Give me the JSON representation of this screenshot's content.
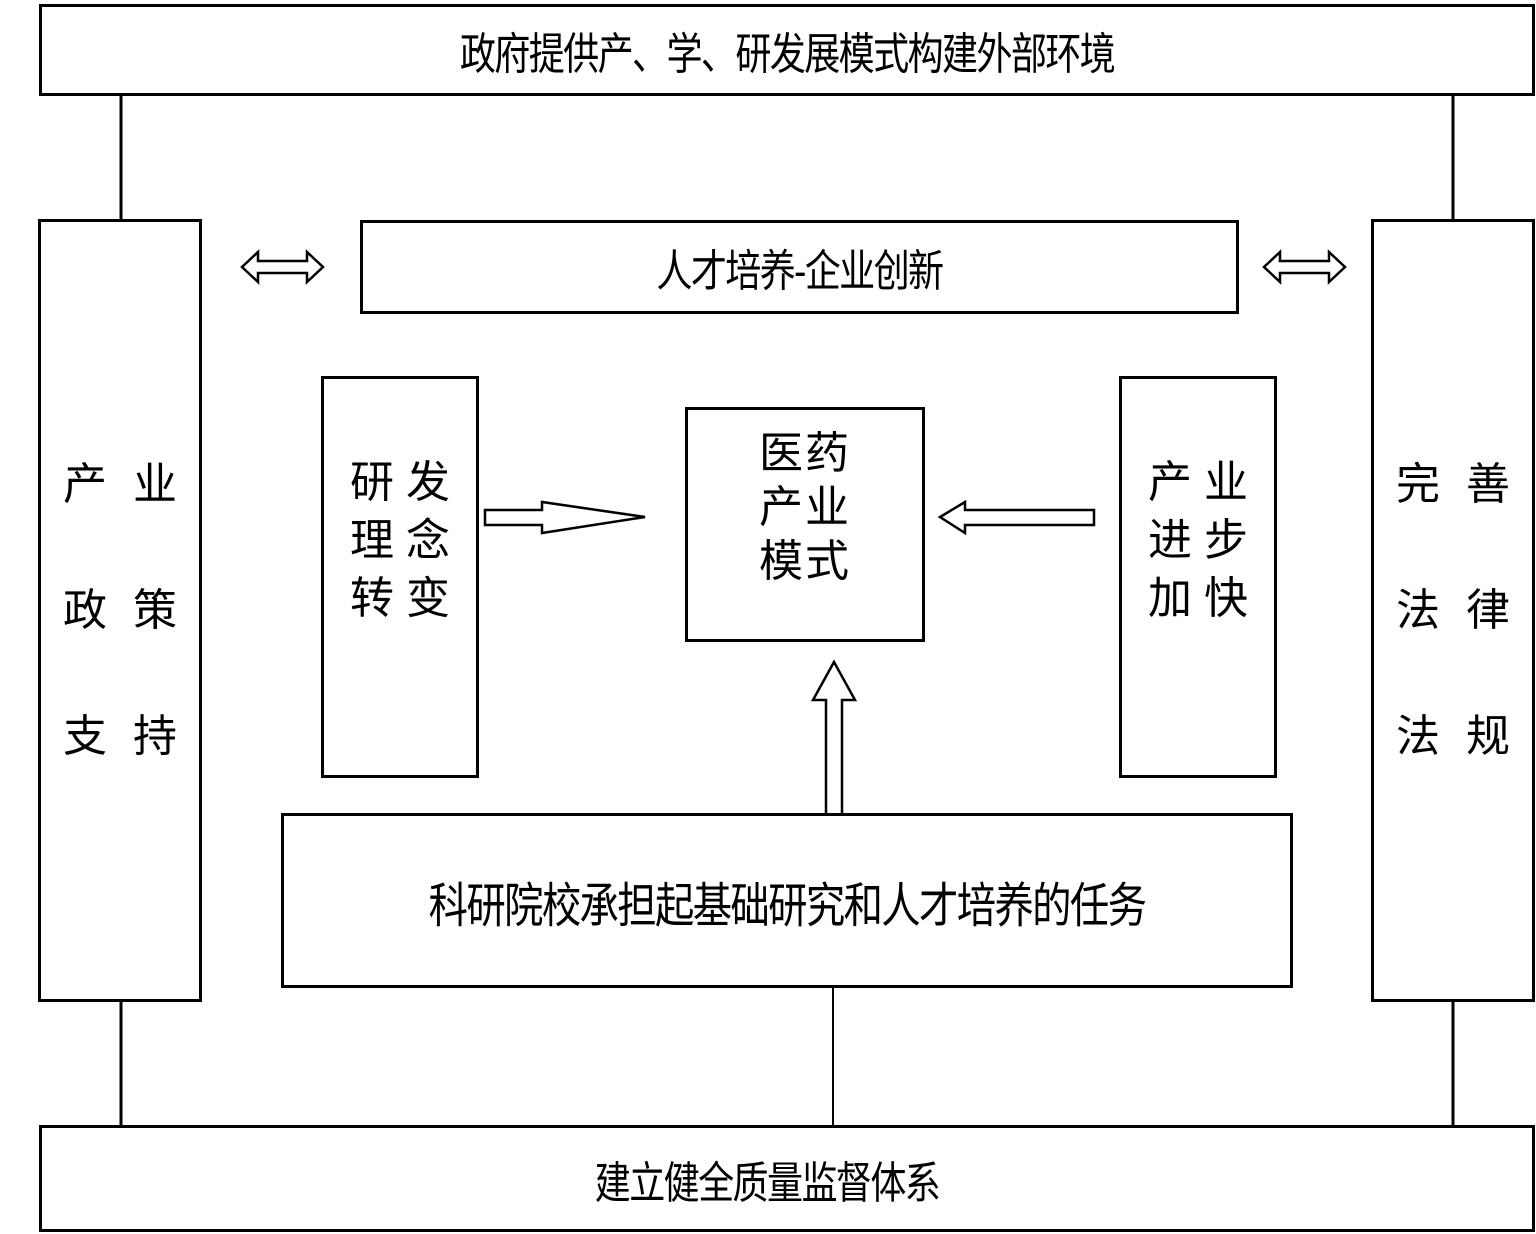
{
  "diagram": {
    "top_box": "政府提供产、学、研发展模式构建外部环境",
    "middle_top_box": "人才培养-企业创新",
    "left_side_box": [
      "产",
      "业",
      "政",
      "策",
      "支",
      "持"
    ],
    "right_side_box": [
      "完",
      "善",
      "法",
      "律",
      "法",
      "规"
    ],
    "inner_left_box": [
      "研",
      "发",
      "理",
      "念",
      "转",
      "变"
    ],
    "inner_right_box": [
      "产",
      "业",
      "进",
      "步",
      "加",
      "快"
    ],
    "center_box": [
      "医药",
      "产业",
      "模式"
    ],
    "lower_box": "科研院校承担起基础研究和人才培养的任务",
    "bottom_box": "建立健全质量监督体系",
    "arrows": [
      {
        "from": "inner_left_box",
        "to": "center_box",
        "type": "hollow-arrow"
      },
      {
        "from": "inner_right_box",
        "to": "center_box",
        "type": "hollow-arrow"
      },
      {
        "from": "lower_box",
        "to": "center_box",
        "type": "hollow-arrow"
      },
      {
        "from": "left_side_box",
        "to": "middle_top_box",
        "type": "double-arrow"
      },
      {
        "from": "middle_top_box",
        "to": "right_side_box",
        "type": "double-arrow"
      }
    ]
  }
}
